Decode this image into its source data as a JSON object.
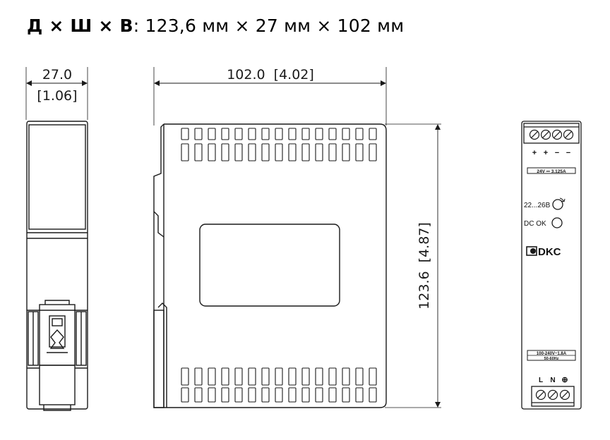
{
  "header": {
    "dims_label": "Д × Ш × В",
    "dims_value": ": 123,6 мм × 27 мм × 102 мм"
  },
  "front_view": {
    "width_mm": "27.0",
    "width_in": "[1.06]"
  },
  "side_view": {
    "depth_label": "102.0  [4.02]",
    "height_label": "123.6  [4.87]"
  },
  "panel_view": {
    "top_terminal_signs": [
      "+",
      "+",
      "−",
      "−"
    ],
    "output_rating": "24V ⎓ 3.125A",
    "adjust_range": "22...26В",
    "status_label": "DC OK",
    "brand": "DKC",
    "input_rating": "100-240V~1.8A",
    "input_freq": "50-60Hz",
    "bottom_terminal_labels": [
      "L",
      "N",
      "⊕"
    ]
  },
  "colors": {
    "line": "#1a1a1a",
    "background": "#ffffff"
  }
}
